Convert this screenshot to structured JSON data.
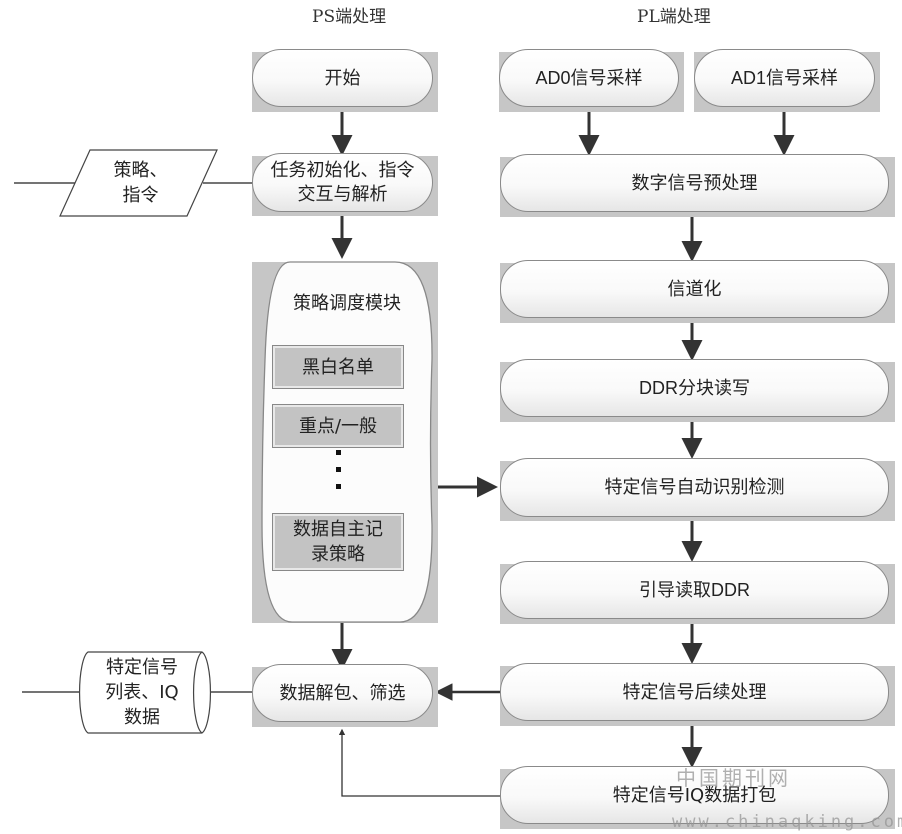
{
  "headers": {
    "ps": "PS端处理",
    "pl": "PL端处理"
  },
  "ps": {
    "start": "开始",
    "strategy_input": "策略、\n指令",
    "task_init": "任务初始化、指令\n交互与解析",
    "scheduler": {
      "title": "策略调度模块",
      "items": [
        "黑白名单",
        "重点/一般",
        "数据自主记\n录策略"
      ]
    },
    "unpack": "数据解包、筛选",
    "signal_list": "特定信号\n列表、IQ\n数据"
  },
  "pl": {
    "ad0": "AD0信号采样",
    "ad1": "AD1信号采样",
    "preprocess": "数字信号预处理",
    "channelize": "信道化",
    "ddr_rw": "DDR分块读写",
    "detect": "特定信号自动识别检测",
    "guide_ddr": "引导读取DDR",
    "post": "特定信号后续处理",
    "iq_pack": "特定信号IQ数据打包"
  },
  "watermark": {
    "name": "中国期刊网",
    "url": "www.chinaqking.com"
  }
}
